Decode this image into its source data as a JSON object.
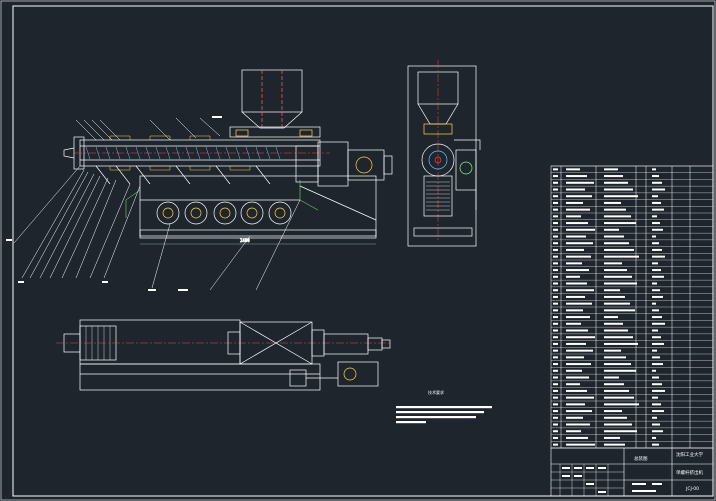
{
  "drawing": {
    "background_color": "#1e252d",
    "line_color": "#ffffff",
    "accent_colors": [
      "#ff4040",
      "#ffd34d",
      "#5ec8ff",
      "#7dff7d"
    ],
    "notes_heading": "技术要求",
    "title_block": {
      "school": "沈阳工业大学",
      "drawing_title": "总装图",
      "drawing_subtitle": "单螺杆挤出机",
      "drawing_no": "JCJ-00"
    },
    "callouts": [
      "1",
      "2",
      "3",
      "4",
      "5",
      "6",
      "7",
      "8",
      "9",
      "10",
      "11",
      "12",
      "13"
    ],
    "bom_rows": 42
  }
}
